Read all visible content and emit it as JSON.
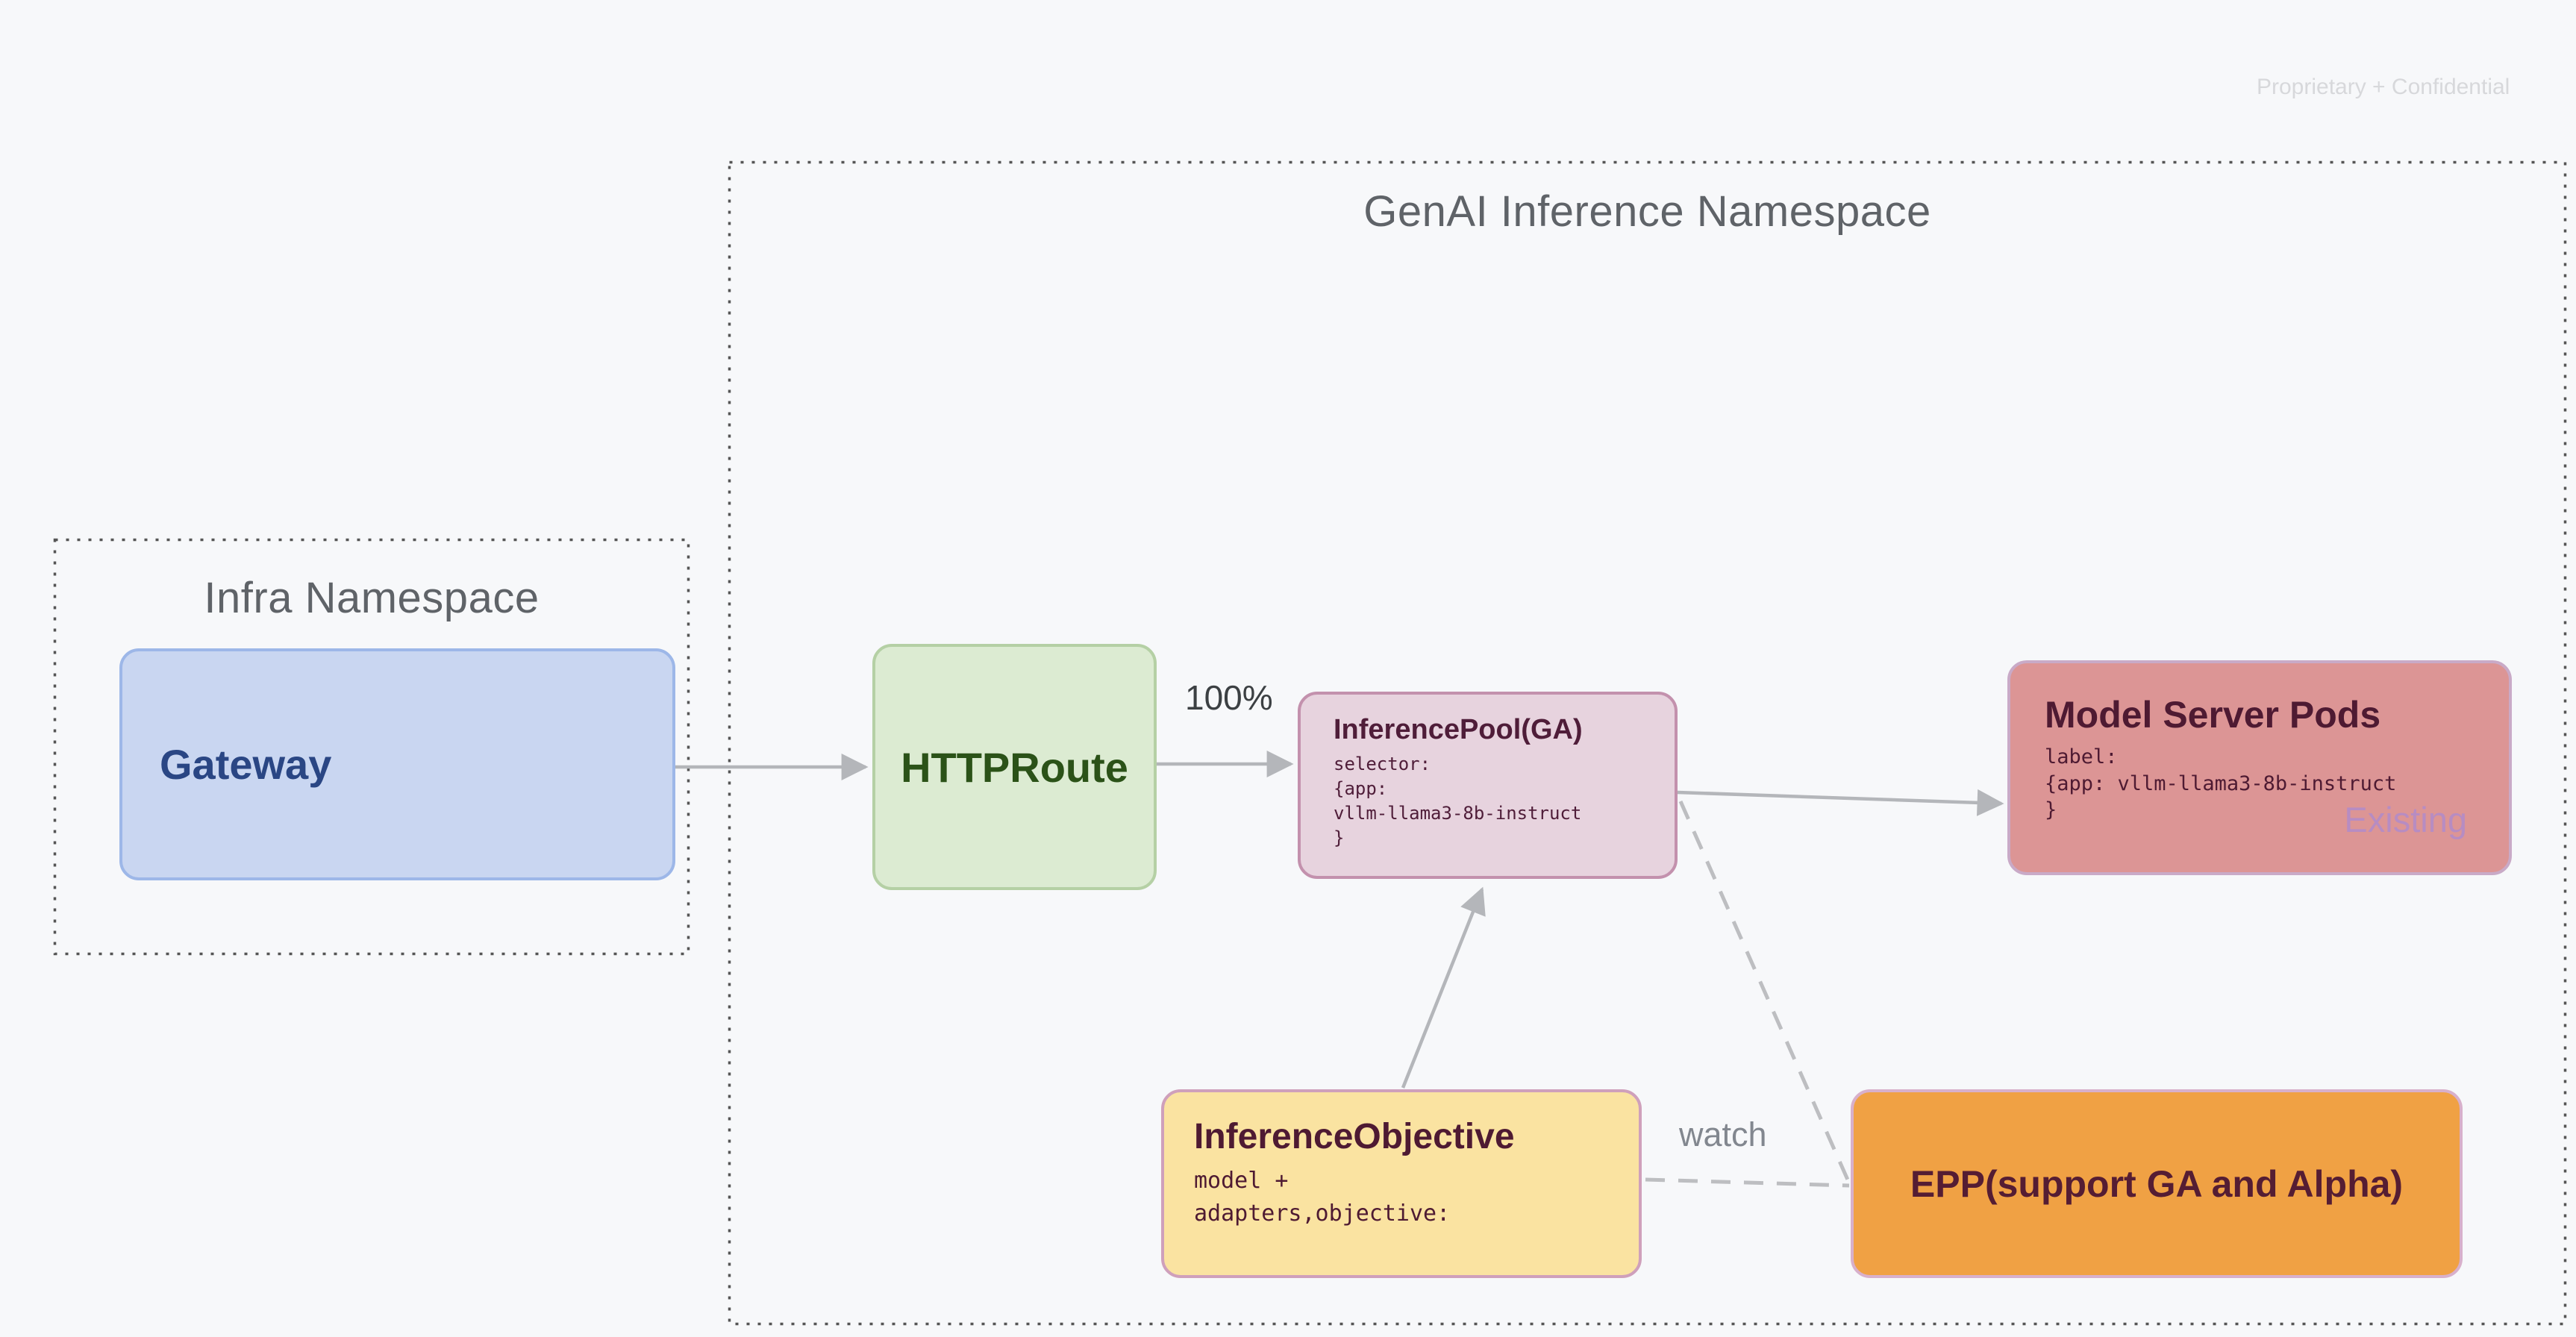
{
  "watermark": "Proprietary + Confidential",
  "genai_namespace": {
    "title": "GenAI Inference Namespace"
  },
  "infra_namespace": {
    "title": "Infra Namespace"
  },
  "nodes": {
    "gateway": {
      "label": "Gateway"
    },
    "httproute": {
      "label": "HTTPRoute"
    },
    "inference_pool": {
      "title": "InferencePool(GA)",
      "code_lines": [
        "selector:",
        "{app:",
        "vllm-llama3-8b-instruct",
        "}"
      ]
    },
    "model_server_pods": {
      "title": "Model Server Pods",
      "code_lines": [
        "label:",
        "{app: vllm-llama3-8b-instruct",
        "}"
      ],
      "tag": "Existing"
    },
    "inference_objective": {
      "title": "InferenceObjective",
      "code_lines": [
        "model +",
        "adapters,objective:"
      ]
    },
    "epp": {
      "label": "EPP(support GA and Alpha)"
    }
  },
  "edges": [
    {
      "from": "gateway",
      "to": "httproute",
      "style": "solid-arrow",
      "label": ""
    },
    {
      "from": "httproute",
      "to": "inference_pool",
      "style": "solid-arrow",
      "label": "100%"
    },
    {
      "from": "inference_pool",
      "to": "model_server_pods",
      "style": "solid-arrow",
      "label": ""
    },
    {
      "from": "inference_objective",
      "to": "inference_pool",
      "style": "solid-arrow",
      "label": ""
    },
    {
      "from": "inference_pool",
      "to": "epp",
      "style": "dashed",
      "label": ""
    },
    {
      "from": "inference_objective",
      "to": "epp",
      "style": "dashed",
      "label": "watch"
    }
  ],
  "edge_labels": {
    "route_weight": "100%",
    "watch": "watch"
  },
  "colors": {
    "background": "#f7f8fa",
    "namespace_dots": "#555555",
    "namespace_title": "#5f6368",
    "arrow": "#b4b6ba",
    "dashed": "#bdbec1",
    "gateway_fill": "#c9d6f1",
    "gateway_border": "#9db7e8",
    "gateway_text": "#2a4684",
    "httproute_fill": "#dcebd2",
    "httproute_border": "#b5d0a5",
    "httproute_text": "#2b5218",
    "pool_fill": "#e7d3de",
    "pool_border": "#c391ad",
    "pool_text": "#4f1d39",
    "pods_fill": "#dc9595",
    "pods_border": "#c9aac7",
    "pods_text": "#4e1a32",
    "existing_text": "#b78cc2",
    "objective_fill": "#fae3a1",
    "objective_border": "#cfa0bb",
    "epp_fill": "#f0a144",
    "epp_border": "#d8b0cb",
    "epp_text": "#551d33",
    "watermark_text": "#d7d8db",
    "weight_label_text": "#3c4043",
    "watch_label_text": "#82878f"
  }
}
